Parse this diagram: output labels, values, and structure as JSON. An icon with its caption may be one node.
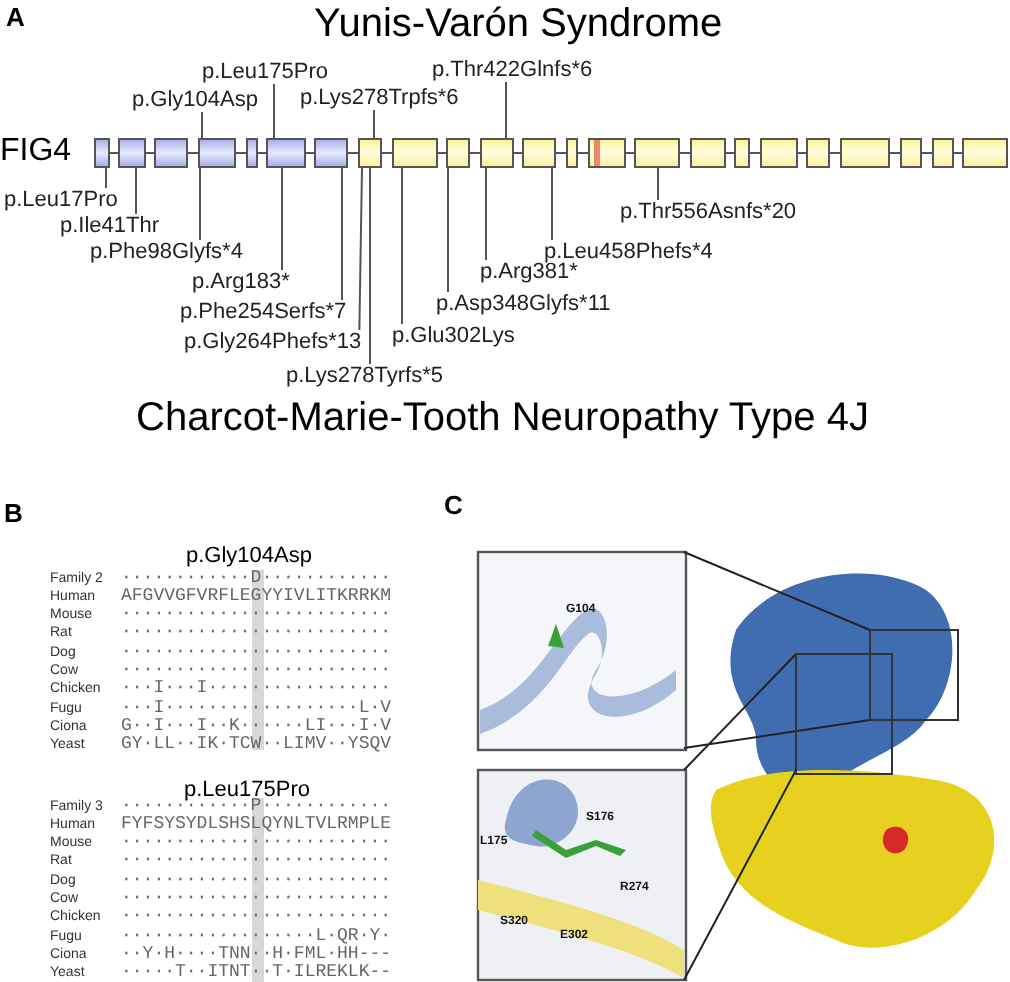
{
  "diagram": {
    "nodes": [
      {
        "text": [],
        "shape": "box"
      },
      {
        "text": [],
        "shape": "box"
      },
      {
        "text": [],
        "shape": "box"
      },
      {
        "text": [],
        "shape": "box"
      },
      {
        "text": [],
        "shape": "box"
      },
      {
        "text": [],
        "shape": "box"
      },
      {
        "text": [],
        "shape": "box"
      },
      {
        "text": [],
        "shape": "box"
      },
      {
        "text": [],
        "shape": "box"
      },
      {
        "text": [],
        "shape": "box"
      },
      {
        "text": [],
        "shape": "box"
      },
      {
        "text": [],
        "shape": "box"
      },
      {
        "text": [],
        "shape": "box"
      },
      {
        "text": [],
        "shape": "box"
      },
      {
        "text": [],
        "shape": "box"
      },
      {
        "text": [],
        "shape": "box"
      },
      {
        "text": [],
        "shape": "box"
      },
      {
        "text": [],
        "shape": "box"
      },
      {
        "text": [],
        "shape": "box"
      },
      {
        "text": [],
        "shape": "box"
      },
      {
        "text": [],
        "shape": "box"
      },
      {
        "text": [],
        "shape": "box"
      },
      {
        "text": [],
        "shape": "box"
      },
      {
        "text": [
          "p.Leu175Pro"
        ]
      },
      {
        "text": [
          "p.Thr422Glnfs*6"
        ]
      },
      {
        "text": [
          "p.Gly104Asp"
        ]
      },
      {
        "text": [
          "p.Lys278Trpfs*6"
        ]
      },
      {
        "text": [
          "p.Leu17Pro"
        ]
      },
      {
        "text": [
          "p.Thr556Asnfs*20"
        ]
      },
      {
        "text": [
          "p.Ile41Thr"
        ]
      },
      {
        "text": [
          "p.Phe98Glyfs*4"
        ]
      },
      {
        "text": [
          "p.Leu458Phefs*4"
        ]
      },
      {
        "text": [
          "p.Arg381*"
        ]
      },
      {
        "text": [
          "p.Arg183*"
        ]
      },
      {
        "text": [
          "p.Asp348Glyfs*11"
        ]
      },
      {
        "text": [
          "p.Phe254Serfs*7"
        ]
      },
      {
        "text": [
          "p.Glu302Lys"
        ]
      },
      {
        "text": [
          "p.Gly264Phefs*13"
        ]
      },
      {
        "text": [
          "p.Lys278Tyrfs*5"
        ]
      }
    ],
    "edges": [
      {
        "from": 23,
        "to": 5,
        "arrow": "none"
      },
      {
        "from": 24,
        "to": 10,
        "arrow": "none"
      },
      {
        "from": 25,
        "to": 3,
        "arrow": "none"
      },
      {
        "from": 26,
        "to": 7,
        "arrow": "none"
      },
      {
        "from": 27,
        "to": 0,
        "arrow": "none"
      },
      {
        "from": 28,
        "to": 14,
        "arrow": "none"
      },
      {
        "from": 29,
        "to": 1,
        "arrow": "none"
      },
      {
        "from": 30,
        "to": 3,
        "arrow": "none"
      },
      {
        "from": 31,
        "to": 11,
        "arrow": "none"
      },
      {
        "from": 32,
        "to": 10,
        "arrow": "none"
      },
      {
        "from": 33,
        "to": 5,
        "arrow": "none"
      },
      {
        "from": 34,
        "to": 9,
        "arrow": "none"
      },
      {
        "from": 35,
        "to": 6,
        "arrow": "none"
      },
      {
        "from": 36,
        "to": 8,
        "arrow": "none"
      },
      {
        "from": 37,
        "to": 7,
        "arrow": "none"
      },
      {
        "from": 38,
        "to": 7,
        "arrow": "none"
      },
      {
        "from": 0,
        "to": 1,
        "arrow": "none"
      },
      {
        "from": 1,
        "to": 2,
        "arrow": "none"
      },
      {
        "from": 2,
        "to": 3,
        "arrow": "none"
      },
      {
        "from": 3,
        "to": 4,
        "arrow": "none"
      },
      {
        "from": 4,
        "to": 5,
        "arrow": "none"
      },
      {
        "from": 5,
        "to": 6,
        "arrow": "none"
      },
      {
        "from": 6,
        "to": 7,
        "arrow": "none"
      },
      {
        "from": 7,
        "to": 8,
        "arrow": "none"
      },
      {
        "from": 8,
        "to": 9,
        "arrow": "none"
      },
      {
        "from": 9,
        "to": 10,
        "arrow": "none"
      },
      {
        "from": 10,
        "to": 11,
        "arrow": "none"
      },
      {
        "from": 11,
        "to": 12,
        "arrow": "none"
      },
      {
        "from": 12,
        "to": 13,
        "arrow": "none"
      },
      {
        "from": 13,
        "to": 14,
        "arrow": "none"
      },
      {
        "from": 14,
        "to": 15,
        "arrow": "none"
      },
      {
        "from": 15,
        "to": 16,
        "arrow": "none"
      },
      {
        "from": 16,
        "to": 17,
        "arrow": "none"
      },
      {
        "from": 17,
        "to": 18,
        "arrow": "none"
      },
      {
        "from": 18,
        "to": 19,
        "arrow": "none"
      },
      {
        "from": 19,
        "to": 20,
        "arrow": "none"
      },
      {
        "from": 20,
        "to": 21,
        "arrow": "none"
      },
      {
        "from": 21,
        "to": 22,
        "arrow": "none"
      }
    ],
    "labels": [
      "A",
      "Yunis-Varón Syndrome",
      "FIG4",
      "Charcot-Marie-Tooth Neuropathy Type 4J",
      "B",
      "C",
      "p.Gly104Asp",
      "Family 2",
      "············D············",
      "Human",
      "AFGVVGFVRFLEGYYIVLITKRRKM",
      "Mouse",
      "·························",
      "Rat",
      "·························",
      "Dog",
      "·························",
      "Cow",
      "·························",
      "Chicken",
      "···I···I·················",
      "Fugu",
      "···I··················L·V",
      "Ciona",
      "G··I···I··K······LI···I·V",
      "Yeast",
      "GY·LL··IK·TCW··LIMV··YSQV",
      "p.Leu175Pro",
      "Family 3",
      "············P············",
      "Human",
      "FYFSYSYDLSHSLQYNLTVLRMPLE",
      "Mouse",
      "·························",
      "Rat",
      "·························",
      "Dog",
      "·························",
      "Cow",
      "·························",
      "Chicken",
      "·························",
      "Fugu",
      "··················L·QR·Y·",
      "Ciona",
      "··Y·H····TNN··H·FML·HH---",
      "Yeast",
      "·····T··ITNT··T·ILREKLK--",
      "G104",
      "L175",
      "S176",
      "R274",
      "S320",
      "E302"
    ]
  }
}
